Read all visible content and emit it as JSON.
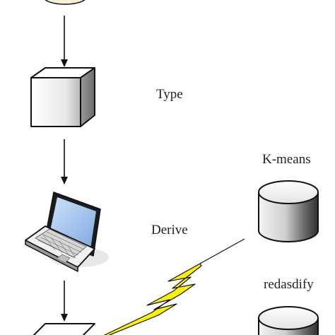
{
  "labels": {
    "type": "Type",
    "derive": "Derive",
    "kmeans": "K-means",
    "redasdify": "redasdify"
  },
  "icons": [
    "top-node-icon",
    "server-box-icon",
    "laptop-icon",
    "bottom-box-icon",
    "database-icon",
    "lightning-link-icon"
  ],
  "colors": {
    "stroke": "#111111",
    "lightning_fill": "#fff200",
    "box_face": "#f2f2f2",
    "screen": "#9dc3f0",
    "cylinder_dark": "#3a3a3a"
  }
}
